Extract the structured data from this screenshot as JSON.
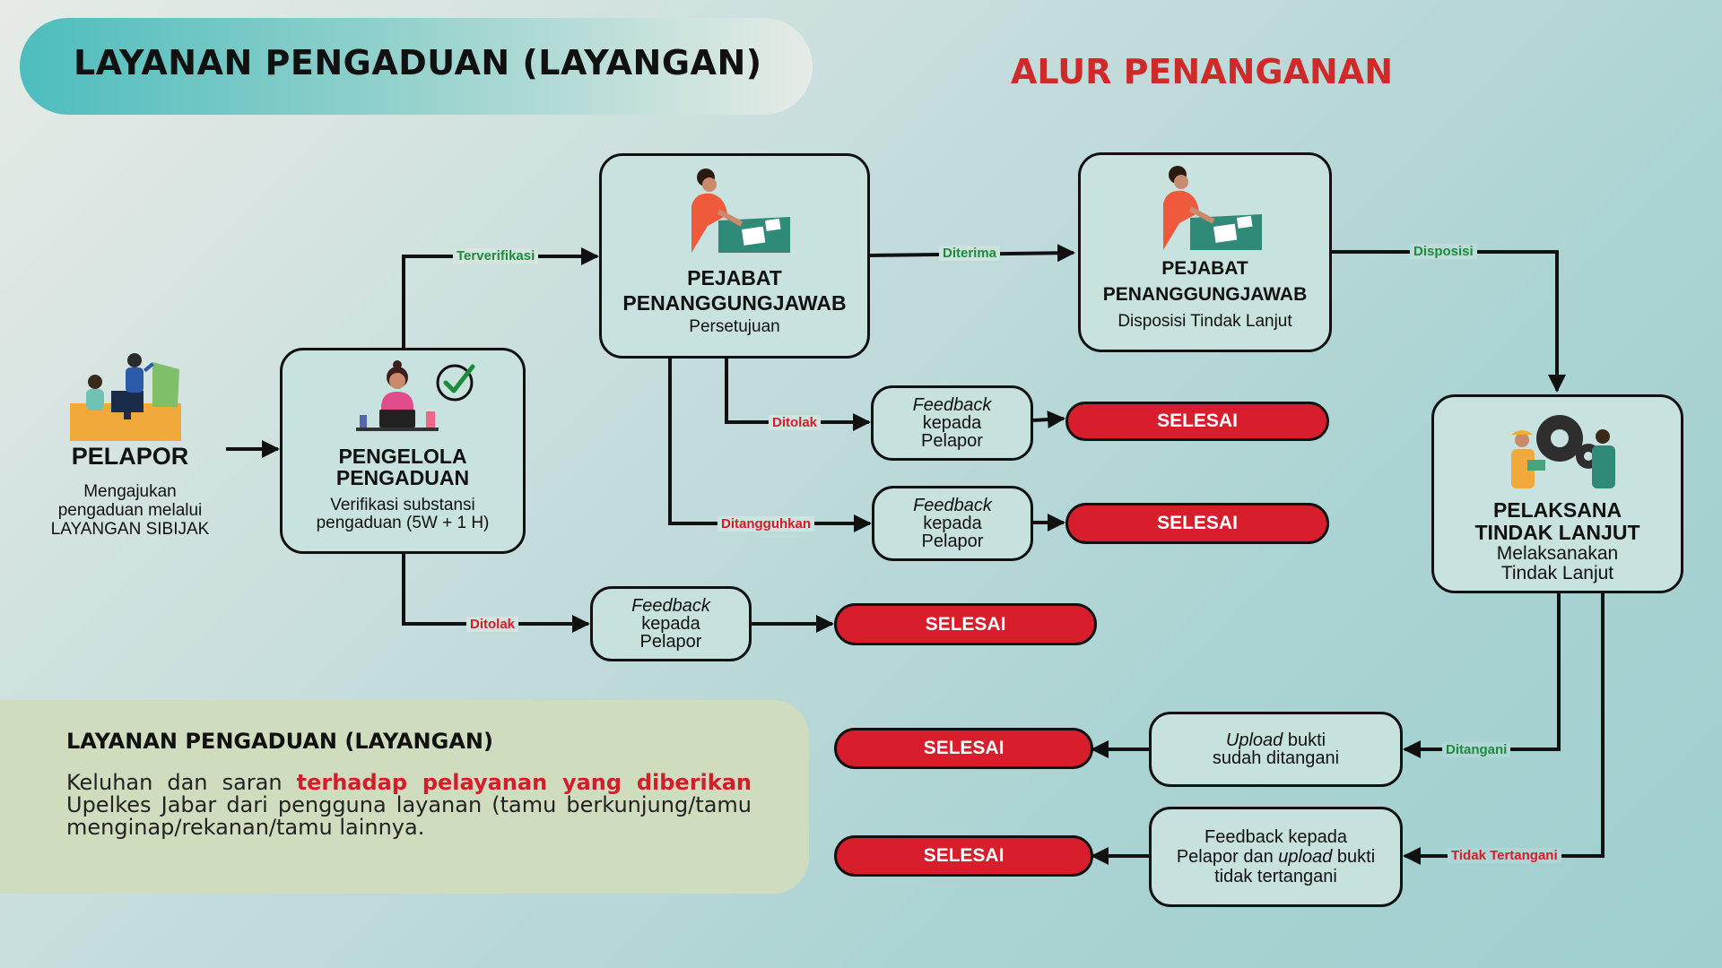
{
  "header": {
    "title": "LAYANAN PENGADUAN (LAYANGAN)",
    "subtitle": "ALUR PENANGANAN"
  },
  "nodes": {
    "pelapor": {
      "title": "PELAPOR",
      "desc": [
        "Mengajukan",
        "pengaduan melalui",
        "LAYANGAN SIBIJAK"
      ]
    },
    "pengelola": {
      "title": [
        "PENGELOLA",
        "PENGADUAN"
      ],
      "desc": [
        "Verifikasi substansi",
        "pengaduan (5W + 1 H)"
      ]
    },
    "pj_persetujuan": {
      "title": [
        "PEJABAT",
        "PENANGGUNGJAWAB"
      ],
      "desc": "Persetujuan"
    },
    "pj_disposisi": {
      "title": [
        "PEJABAT",
        "PENANGGUNGJAWAB"
      ],
      "desc": "Disposisi Tindak Lanjut"
    },
    "pelaksana": {
      "title": [
        "PELAKSANA",
        "TINDAK LANJUT"
      ],
      "desc": [
        "Melaksanakan",
        "Tindak Lanjut"
      ]
    }
  },
  "feedback": {
    "word": "Feedback",
    "kepada": "kepada",
    "pelapor": "Pelapor"
  },
  "upload_box": {
    "upload": "Upload",
    "bukti": " bukti",
    "line2": "sudah ditangani"
  },
  "tidak_box": {
    "line1": "Feedback kepada",
    "line2a": "Pelapor dan ",
    "upload": "upload",
    "line2b": " bukti",
    "line3": "tidak tertangani"
  },
  "end_label": "SELESAI",
  "edges": {
    "terverifikasi": "Terverifikasi",
    "diterima": "Diterima",
    "disposisi": "Disposisi",
    "ditolak": "Ditolak",
    "ditangguhkan": "Ditangguhkan",
    "ditangani": "Ditangani",
    "tidak_tertangani": "Tidak Tertangani"
  },
  "info": {
    "heading": "LAYANAN PENGADUAN (LAYANGAN)",
    "text_before": "Keluhan dan saran ",
    "text_highlight": "terhadap pelayanan yang diberikan",
    "text_after": " Upelkes Jabar dari pengguna layanan (tamu berkunjung/tamu menginap/rekanan/tamu lainnya."
  },
  "colors": {
    "accent_red": "#d81e2c",
    "label_green": "#1e8a3c",
    "title_red": "#cf2a2a"
  }
}
